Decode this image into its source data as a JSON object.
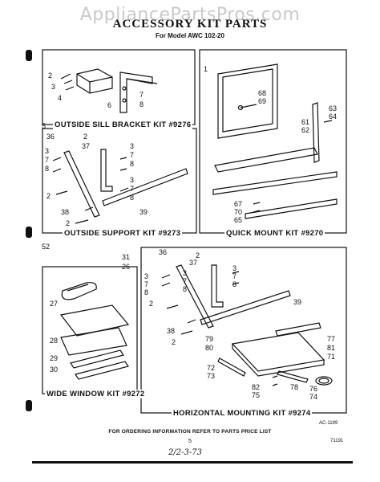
{
  "watermark": "AppliancePartsPros.com",
  "title": "ACCESSORY KIT PARTS",
  "subtitle": "For Model AWC 102-20",
  "kits": {
    "sill": "OUTSIDE SILL BRACKET KIT #9276",
    "support": "OUTSIDE SUPPORT KIT #9273",
    "quick": "QUICK MOUNT KIT #9270",
    "wide": "WIDE WINDOW KIT #9272",
    "horizontal": "HORIZONTAL MOUNTING KIT #9274"
  },
  "callouts": {
    "sill": [
      "2",
      "3",
      "4",
      "6",
      "7",
      "8",
      "5"
    ],
    "support": [
      "36",
      "2",
      "37",
      "3",
      "7",
      "8",
      "3",
      "7",
      "8",
      "2",
      "3",
      "7",
      "8",
      "38",
      "2",
      "39",
      "52"
    ],
    "quick": [
      "1",
      "68",
      "69",
      "63",
      "64",
      "61",
      "62",
      "67",
      "70",
      "65"
    ],
    "horizontal": [
      "31",
      "26",
      "36",
      "2",
      "37",
      "3",
      "7",
      "8",
      "3",
      "7",
      "8",
      "3",
      "7",
      "8",
      "2",
      "39",
      "38",
      "2",
      "79",
      "80",
      "77",
      "81",
      "71",
      "72",
      "73",
      "82",
      "75",
      "78",
      "76",
      "74"
    ],
    "wide": [
      "27",
      "28",
      "29",
      "30"
    ]
  },
  "doc_code": "AC-1199",
  "footer_note": "FOR ORDERING INFORMATION REFER TO PARTS PRICE LIST",
  "page_number": "5",
  "handwritten_note": "2/2-3-73",
  "corner_code": "71191"
}
